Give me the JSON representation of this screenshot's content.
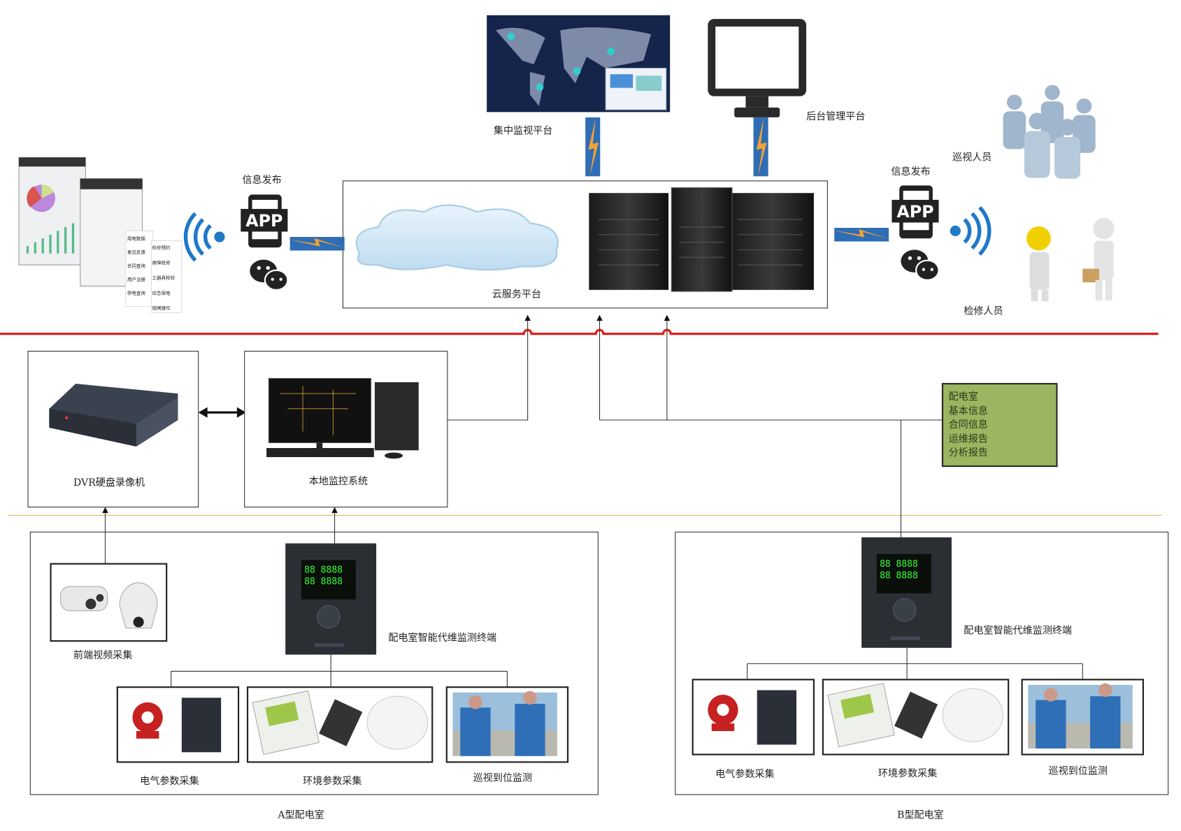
{
  "top": {
    "central_monitor_label": "集中监视平台",
    "backend_label": "后台管理平台",
    "cloud_label": "云服务平台",
    "left_publish_label": "信息发布",
    "right_publish_label": "信息发布",
    "app_text_left": "APP",
    "app_text_right": "APP",
    "patrol_staff_label": "巡视人员",
    "repair_staff_label": "检修人员",
    "phone_menu_a": [
      "用电数据",
      "意见反馈",
      "合同查询",
      "用户注册",
      "停电查询"
    ],
    "phone_menu_b": [
      "检修预约",
      "故障抢修",
      "工器具校验",
      "应急保电",
      "倒闸操作"
    ]
  },
  "middle": {
    "dvr_label": "DVR硬盘录像机",
    "local_label": "本地监控系统",
    "info_box": [
      "配电室",
      "基本信息",
      "合同信息",
      "运维报告",
      "分析报告"
    ]
  },
  "room_a": {
    "title": "A型配电室",
    "camera_label": "前端视频采集",
    "terminal_label": "配电室智能代维监测终端",
    "modules": [
      "电气参数采集",
      "环境参数采集",
      "巡视到位监测"
    ]
  },
  "room_b": {
    "title": "B型配电室",
    "terminal_label": "配电室智能代维监测终端",
    "modules": [
      "电气参数采集",
      "环境参数采集",
      "巡视到位监测"
    ]
  },
  "colors": {
    "bus_line": "#e0201a",
    "divider": "#e8b860",
    "info_box": "#9bb560",
    "lightning_blue": "#2f6db5",
    "lightning_orange": "#f2a233"
  }
}
